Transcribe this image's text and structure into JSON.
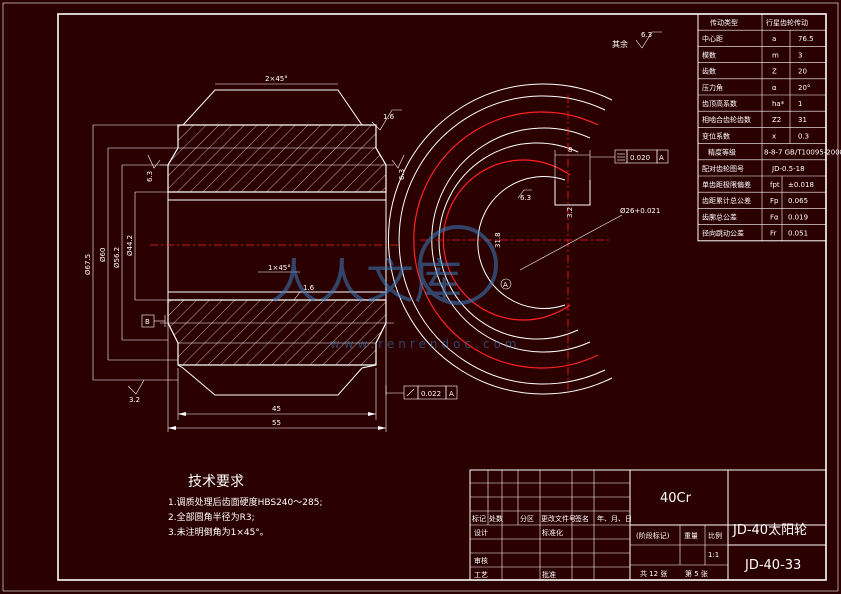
{
  "drawing": {
    "other_roughness_label": "其余",
    "other_roughness_value": "6.3"
  },
  "params_table": {
    "header": [
      "传动类型",
      "行星齿轮传动"
    ],
    "rows": [
      [
        "中心距",
        "a",
        "76.5"
      ],
      [
        "模数",
        "m",
        "3"
      ],
      [
        "齿数",
        "Z",
        "20"
      ],
      [
        "压力角",
        "α",
        "20°"
      ],
      [
        "齿顶高系数",
        "ha*",
        "1"
      ],
      [
        "相啮合齿轮齿数",
        "Z2",
        "31"
      ],
      [
        "变位系数",
        "x",
        "0.3"
      ]
    ],
    "precision_label": "精度等级",
    "precision_value": "8-8-7 GB/T10095-2008",
    "rows2": [
      [
        "配对齿轮图号",
        "JD-0.5-18"
      ],
      [
        "单齿距极限偏差",
        "fpt",
        "±0.018"
      ],
      [
        "齿距累计总公差",
        "Fp",
        "0.065"
      ],
      [
        "齿廓总公差",
        "Fα",
        "0.019"
      ],
      [
        "径向跳动公差",
        "Fr",
        "0.051"
      ]
    ]
  },
  "dimensions": {
    "chamfer_top": "2×45°",
    "chamfer_inner": "1×45°",
    "width_inner": "45",
    "width_total": "55",
    "dia_outer": "Ø67.5",
    "dia_root": "Ø60",
    "dia_bore": "Ø56.2",
    "dia_inner": "Ø44.2",
    "rough_16a": "1.6",
    "rough_16b": "1.6",
    "rough_63a": "6.3",
    "rough_63b": "6.3",
    "rough_32": "3.2",
    "rough_63c": "6.3",
    "rough_32b": "3.2",
    "datum_b": "B",
    "datum_a": "A",
    "runout_tol": "0.022",
    "runout_ref": "A",
    "sym_tol": "0.020",
    "sym_ref": "A",
    "key_width": "8",
    "keyway_depth": "31.8",
    "bore_tol": "Ø26+0.021"
  },
  "tech_requirements": {
    "title": "技术要求",
    "items": [
      "1.调质处理后齿面硬度HBS240～285;",
      "2.全部圆角半径为R3;",
      "3.未注明倒角为1×45°。"
    ]
  },
  "title_block": {
    "material": "40Cr",
    "part_name": "JD-40太阳轮",
    "drawing_no": "JD-40-33",
    "scale_label": "比例",
    "scale": "1:1",
    "sheet_total": "共 12 张",
    "sheet_no": "第 5 张",
    "mark_label": "标记",
    "count_label": "处数",
    "zone_label": "分区",
    "doc_label": "更改文件号",
    "sign_label": "签名",
    "date_label": "年、月、日",
    "design_label": "设计",
    "std_label": "标准化",
    "review_label": "审核",
    "craft_label": "工艺",
    "approve_label": "批准",
    "stage_label": "(阶段标记)",
    "weight_label": "重量"
  },
  "watermark": {
    "text": "人人文库",
    "url": "www.renrendoc.com"
  }
}
